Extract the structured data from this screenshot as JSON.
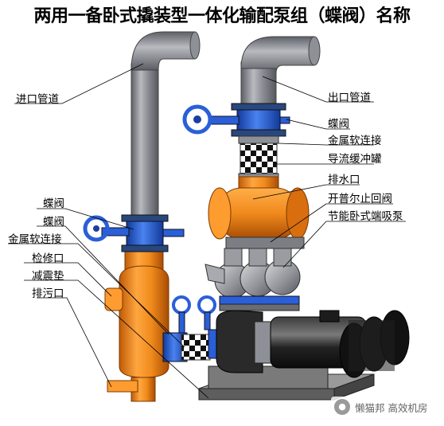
{
  "title": "两用一备卧式撬装型一体化输配泵组（蝶阀）名称",
  "labels_left": [
    "进口管道",
    "蝶阀",
    "蝶阀",
    "金属软连接",
    "检修口",
    "减震垫",
    "排污口"
  ],
  "labels_right": [
    "出口管道",
    "蝶阀",
    "金属软连接",
    "导流缓冲罐",
    "排水口",
    "开普尔止回阀",
    "节能卧式端吸泵"
  ],
  "watermark": {
    "icon": "wechat-icon",
    "text": "懒猫邦 高效机房"
  },
  "colors": {
    "pipe_gray": "#8c8e94",
    "tank_orange": "#f08a1c",
    "valve_blue": "#2a5fd8",
    "motor_black": "#1a1a1a",
    "frame_gray": "#6a6a6a"
  }
}
